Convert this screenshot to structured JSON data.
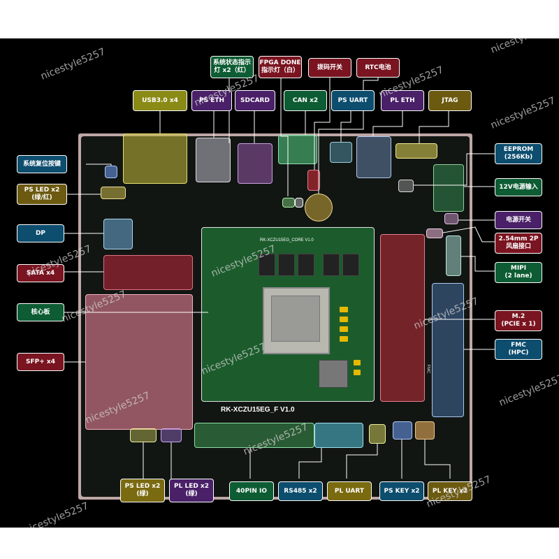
{
  "board": {
    "name": "RK-XCZU15EG_F V1.0",
    "core_name": "RK-XCZU15EG_CORE V1.0",
    "fmc_silk": "FMC",
    "watermark": "nicestyle5257"
  },
  "labels": {
    "status_led": "系统状态指示\n灯 x2（红）",
    "fpga_done": "FPGA DONE\n指示灯（白）",
    "dip_switch": "拨码开关",
    "rtc": "RTC电池",
    "usb3": "USB3.0 x4",
    "ps_eth": "PS ETH",
    "sdcard": "SDCARD",
    "can": "CAN x2",
    "ps_uart": "PS UART",
    "pl_eth": "PL ETH",
    "jtag": "JTAG",
    "reset_key": "系统复位按键",
    "ps_led_top": "PS LED x2\n(绿/红)",
    "dp": "DP",
    "sata": "SATA x4",
    "core_board": "核心板",
    "sfp": "SFP+ x4",
    "eeprom": "EEPROM\n(256Kb)",
    "power_in": "12V电源输入",
    "power_switch": "电源开关",
    "fan": "2.54mm 2P\n风扇接口",
    "mipi": "MIPI\n(2 lane)",
    "m2": "M.2\n(PCIE x 1)",
    "fmc": "FMC\n(HPC)",
    "ps_led_bottom": "PS LED x2\n(绿)",
    "pl_led": "PL LED x2\n(绿)",
    "pin40": "40PIN IO",
    "rs485": "RS485 x2",
    "pl_uart": "PL UART",
    "ps_key": "PS KEY x2",
    "pl_key": "PL KEY x2"
  },
  "colors": {
    "yellow_green": "#8a8a16",
    "green": "#0d5c33",
    "maroon": "#7a1420",
    "teal_blue": "#0d4d6e",
    "purple": "#4a2068",
    "olive": "#6b5a10",
    "dark_yellow": "#7a6a10"
  }
}
